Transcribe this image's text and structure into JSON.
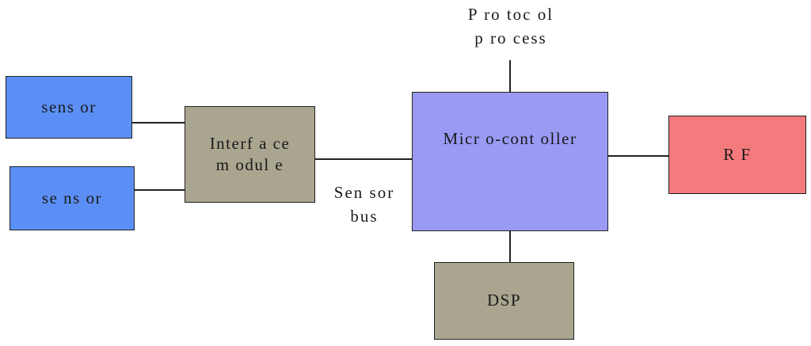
{
  "diagram": {
    "nodes": {
      "sensor_1": "sens or",
      "sensor_2": "se ns or",
      "interface": {
        "line1": "Interf a ce",
        "line2": "m odul e"
      },
      "micro": "Micr o-cont oller",
      "rf": "R F",
      "dsp": "DSP"
    },
    "labels": {
      "sensor_bus": {
        "line1": "Sen sor",
        "line2": "bus"
      },
      "protocol": {
        "line1": "P ro toc ol",
        "line2": "p ro cess"
      }
    },
    "colors": {
      "sensor": "#5b8ff5",
      "interface": "#a9a58f",
      "micro": "#9a9af5",
      "rf": "#f57a7d",
      "dsp": "#a9a58f"
    }
  }
}
